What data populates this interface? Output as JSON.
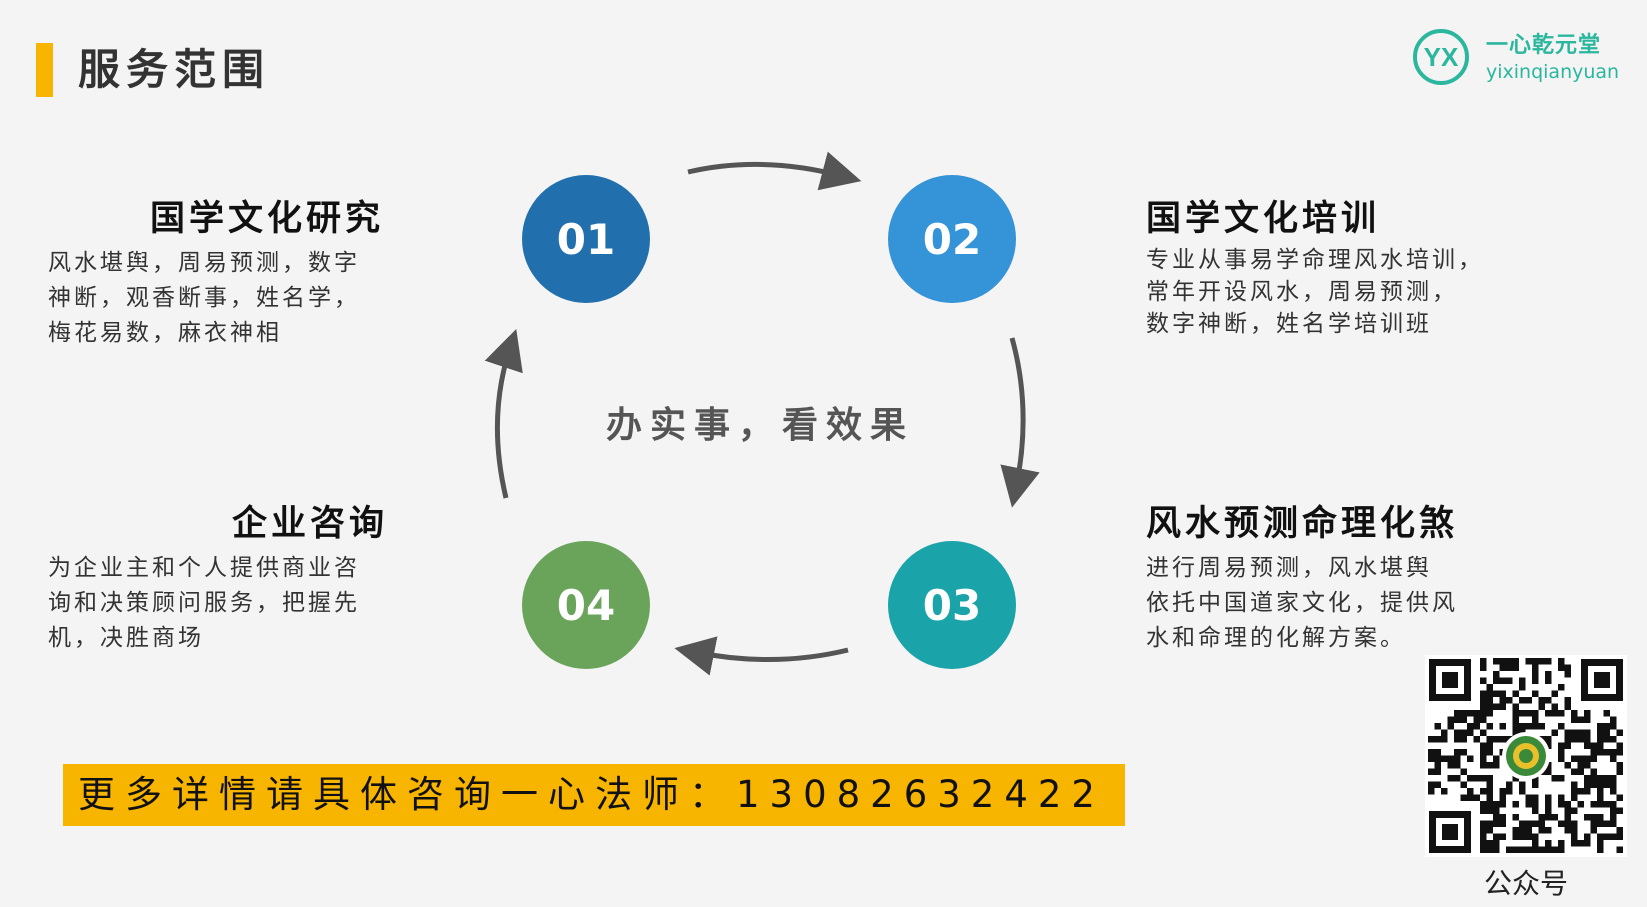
{
  "header": {
    "title": "服务范围",
    "accent_color": "#f8b500"
  },
  "logo": {
    "name": "一心乾元堂",
    "sub": "yixinqianyuan",
    "mark_text": "YX",
    "color": "#2bb69e"
  },
  "cycle": {
    "center_text": "办实事，看效果",
    "steps": [
      {
        "number": "01",
        "color": "#2170ad"
      },
      {
        "number": "02",
        "color": "#3593d8"
      },
      {
        "number": "03",
        "color": "#1aa3a8"
      },
      {
        "number": "04",
        "color": "#6aa45a"
      }
    ]
  },
  "services": [
    {
      "title": "国学文化研究",
      "lines": [
        "风水堪舆，周易预测，数字",
        "神断，观香断事，姓名学，",
        "梅花易数，麻衣神相"
      ]
    },
    {
      "title": "国学文化培训",
      "lines": [
        "专业从事易学命理风水培训，",
        "常年开设风水，周易预测，",
        "数字神断，姓名学培训班"
      ]
    },
    {
      "title": "风水预测命理化煞",
      "lines": [
        "进行周易预测，风水堪舆",
        "依托中国道家文化，提供风",
        "水和命理的化解方案。"
      ]
    },
    {
      "title": "企业咨询",
      "lines": [
        "为企业主和个人提供商业咨",
        "询和决策顾问服务，把握先",
        "机，决胜商场"
      ]
    }
  ],
  "banner": {
    "text": "更多详情请具体咨询一心法师：13082632422"
  },
  "qr": {
    "caption": "公众号"
  }
}
